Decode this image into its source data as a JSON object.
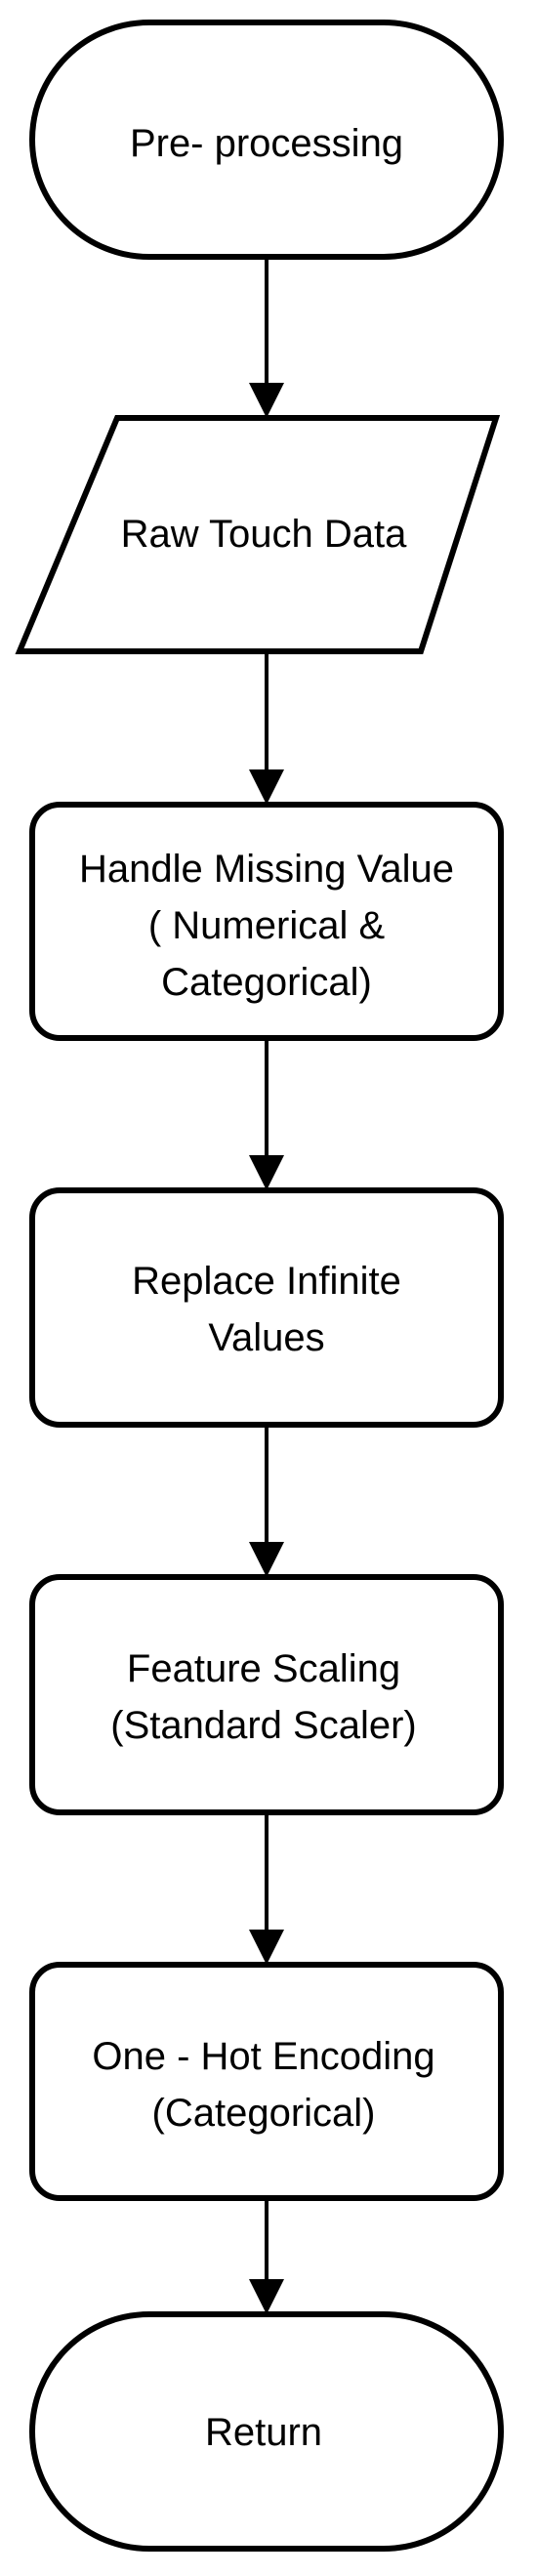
{
  "flowchart": {
    "nodes": [
      {
        "id": "start",
        "shape": "terminator",
        "lines": [
          "Pre- processing"
        ]
      },
      {
        "id": "input",
        "shape": "parallelogram",
        "lines": [
          "Raw Touch Data"
        ]
      },
      {
        "id": "missing",
        "shape": "process",
        "lines": [
          "Handle Missing Value",
          "( Numerical &",
          "Categorical)"
        ]
      },
      {
        "id": "infinite",
        "shape": "process",
        "lines": [
          "Replace Infinite",
          "Values"
        ]
      },
      {
        "id": "scaling",
        "shape": "process",
        "lines": [
          "Feature Scaling",
          "(Standard Scaler)"
        ]
      },
      {
        "id": "encoding",
        "shape": "process",
        "lines": [
          "One - Hot Encoding",
          "(Categorical)"
        ]
      },
      {
        "id": "end",
        "shape": "terminator",
        "lines": [
          "Return"
        ]
      }
    ],
    "edges": [
      {
        "from": "start",
        "to": "input"
      },
      {
        "from": "input",
        "to": "missing"
      },
      {
        "from": "missing",
        "to": "infinite"
      },
      {
        "from": "infinite",
        "to": "scaling"
      },
      {
        "from": "scaling",
        "to": "encoding"
      },
      {
        "from": "encoding",
        "to": "end"
      }
    ]
  }
}
